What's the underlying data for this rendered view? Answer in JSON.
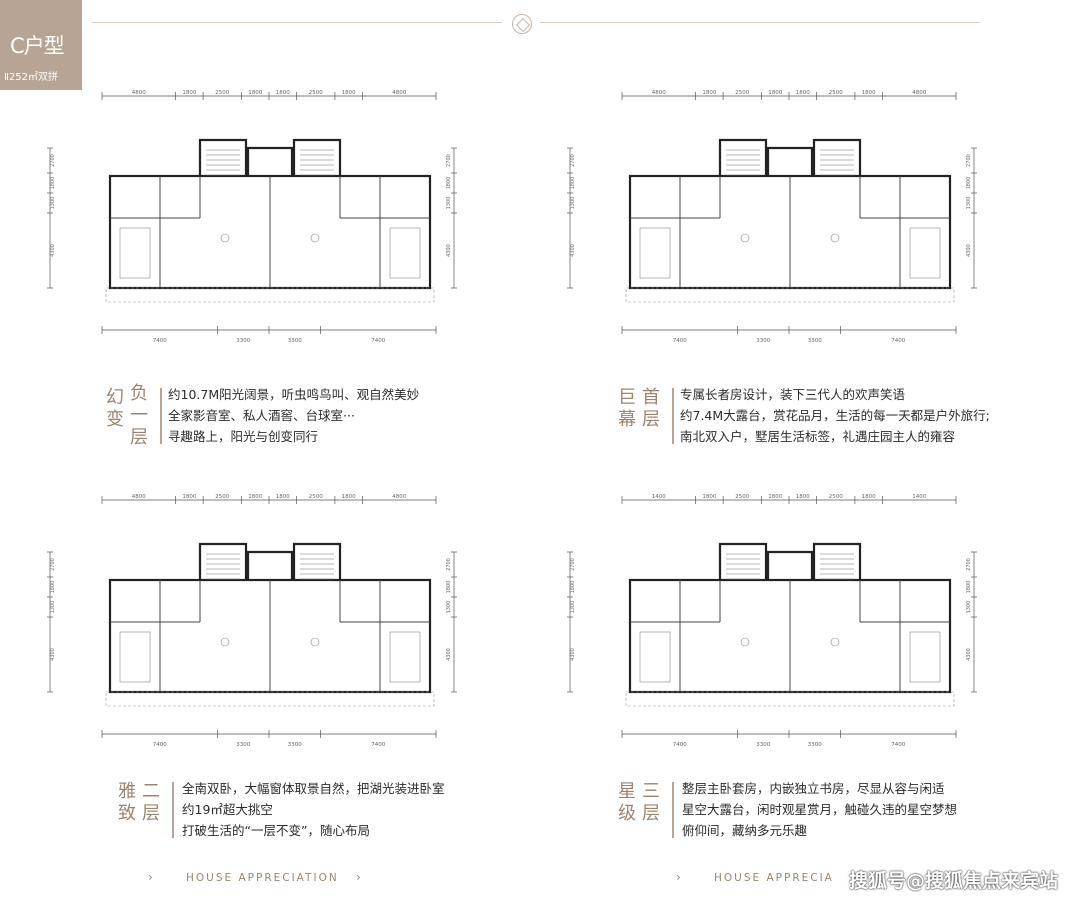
{
  "header": {
    "type_title": "C户型",
    "type_sub": "Ⅱ252㎡双拼"
  },
  "plans": [
    {
      "id": "basement",
      "top_dims": [
        "4800",
        "1800",
        "2500",
        "1800",
        "1800",
        "2500",
        "1800",
        "4800"
      ],
      "bottom_dims": [
        "7400",
        "3300",
        "3300",
        "7400"
      ],
      "side_dims": [
        "2700",
        "1800",
        "1300",
        "4300"
      ],
      "caption": {
        "title_chars": [
          "幻",
          "变",
          "负",
          "一",
          "层"
        ],
        "lines": [
          "约10.7M阳光阔景，听虫鸣鸟叫、观自然美妙",
          "全家影音室、私人酒窖、台球室···",
          "寻趣路上，阳光与创变同行"
        ]
      }
    },
    {
      "id": "first",
      "top_dims": [
        "4800",
        "1800",
        "2500",
        "1800",
        "1800",
        "2500",
        "1800",
        "4800"
      ],
      "bottom_dims": [
        "7400",
        "3300",
        "3300",
        "7400"
      ],
      "side_dims": [
        "2700",
        "1800",
        "1300",
        "4300"
      ],
      "caption": {
        "title_chars": [
          "巨",
          "幕",
          "首",
          "层"
        ],
        "lines": [
          "专属长者房设计，装下三代人的欢声笑语",
          "约7.4M大露台，赏花品月，生活的每一天都是户外旅行;",
          "南北双入户，墅居生活标签，礼遇庄园主人的雍容"
        ]
      }
    },
    {
      "id": "second",
      "top_dims": [
        "4800",
        "1800",
        "2500",
        "1800",
        "1800",
        "2500",
        "1800",
        "4800"
      ],
      "bottom_dims": [
        "7400",
        "3300",
        "3300",
        "7400"
      ],
      "side_dims": [
        "2700",
        "1800",
        "1300",
        "4300"
      ],
      "caption": {
        "title_chars": [
          "雅",
          "致",
          "二",
          "层"
        ],
        "lines": [
          "全南双卧，大幅窗体取景自然，把湖光装进卧室",
          "约19㎡超大挑空",
          "打破生活的“一层不变”，随心布局"
        ]
      }
    },
    {
      "id": "third",
      "top_dims": [
        "1400",
        "1800",
        "2500",
        "1800",
        "1800",
        "2500",
        "1800",
        "1400"
      ],
      "bottom_dims": [
        "7400",
        "3300",
        "3300",
        "7400"
      ],
      "side_dims": [
        "2700",
        "1800",
        "1300",
        "4300"
      ],
      "caption": {
        "title_chars": [
          "星",
          "级",
          "三",
          "层"
        ],
        "lines": [
          "整层主卧套房，内嵌独立书房，尽显从容与闲适",
          "星空大露台，闲时观星赏月，触碰久违的星空梦想",
          "俯仰间，藏纳多元乐趣"
        ]
      }
    }
  ],
  "footer": {
    "label_left": "HOUSE APPRECIATION",
    "label_right": "HOUSE APPRECIA",
    "arrow": "›",
    "watermark": "搜狐号@搜狐焦点来宾站"
  }
}
